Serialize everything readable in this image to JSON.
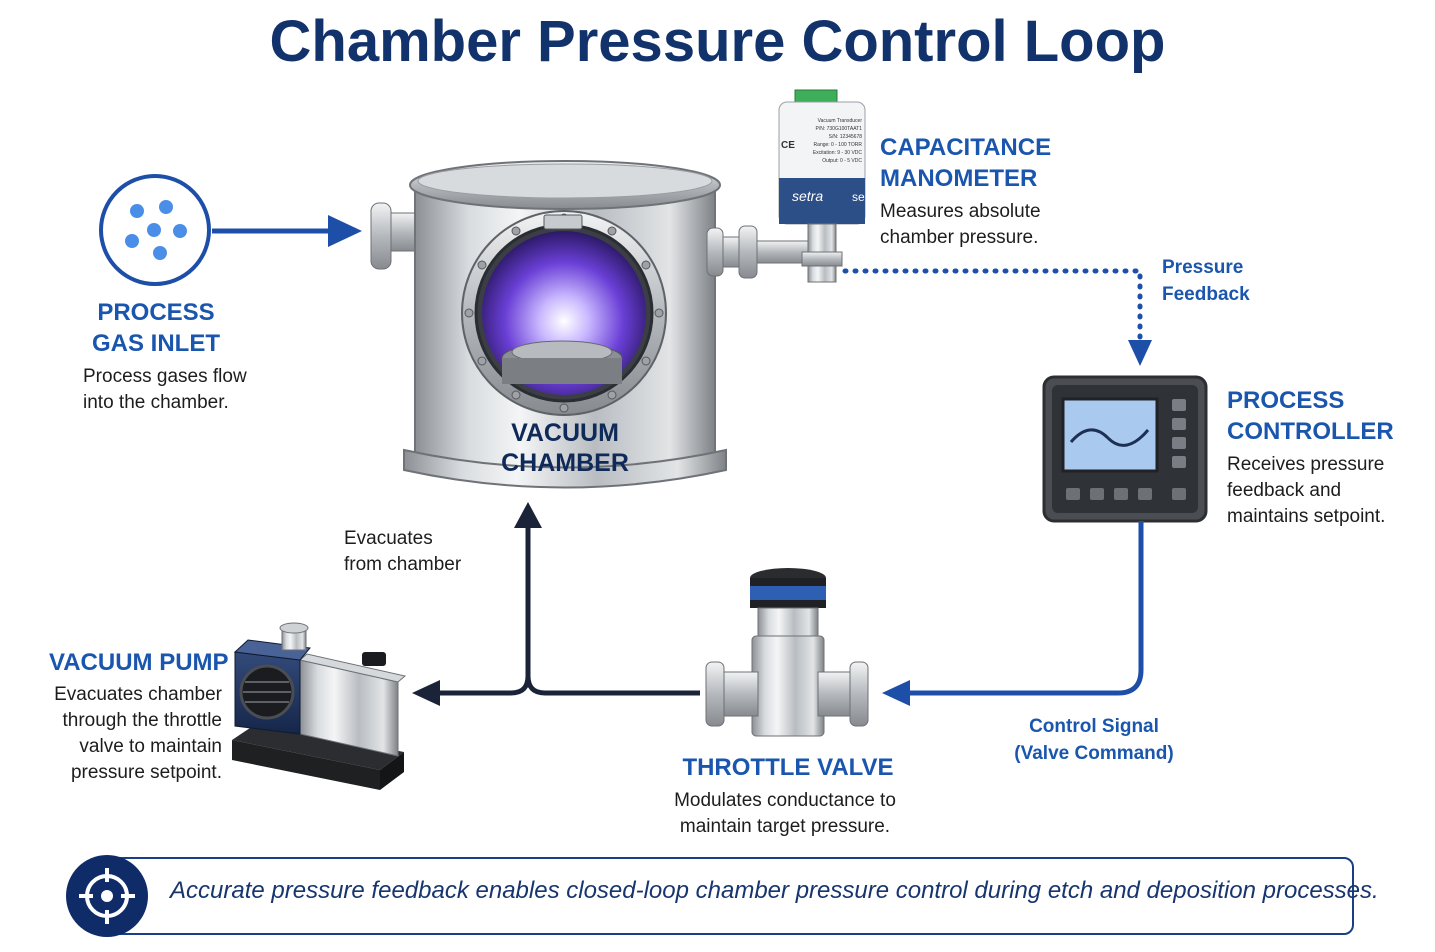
{
  "title": "Chamber Pressure Control Loop",
  "gas_inlet": {
    "heading_line1": "PROCESS",
    "heading_line2": "GAS INLET",
    "desc_line1": "Process gases flow",
    "desc_line2": "into the chamber."
  },
  "chamber": {
    "label_line1": "VACUUM",
    "label_line2": "CHAMBER"
  },
  "manometer": {
    "heading_line1": "CAPACITANCE",
    "heading_line2": "MANOMETER",
    "desc_line1": "Measures absolute",
    "desc_line2": "chamber pressure.",
    "brand": "setra",
    "brand_side": "se",
    "tag_lines": [
      "Vacuum Transducer",
      "P/N: 730G100TAAT1",
      "S/N: 12345678",
      "Range: 0 - 100 TORR",
      "Excitation: 9 - 30 VDC",
      "Output: 0 - 5 VDC"
    ],
    "ce_mark": "CE"
  },
  "feedback": {
    "line1": "Pressure",
    "line2": "Feedback"
  },
  "controller": {
    "heading_line1": "PROCESS",
    "heading_line2": "CONTROLLER",
    "desc_line1": "Receives pressure",
    "desc_line2": "feedback and",
    "desc_line3": "maintains setpoint."
  },
  "control_signal": {
    "line1": "Control Signal",
    "line2": "(Valve Command)"
  },
  "throttle_valve": {
    "heading": "THROTTLE VALVE",
    "desc_line1": "Modulates conductance to",
    "desc_line2": "maintain target pressure."
  },
  "evacuates": {
    "line1": "Evacuates",
    "line2": "from chamber"
  },
  "vacuum_pump": {
    "heading": "VACUUM PUMP",
    "desc_line1": "Evacuates chamber",
    "desc_line2": "through the throttle",
    "desc_line3": "valve to maintain",
    "desc_line4": "pressure setpoint."
  },
  "banner": {
    "text": "Accurate pressure feedback enables closed-loop chamber pressure control during etch and deposition processes."
  },
  "colors": {
    "title": "#12326b",
    "accent_blue": "#1a56ad",
    "dark_navy": "#0f2a59",
    "arrow_blue": "#1d4fa8"
  }
}
